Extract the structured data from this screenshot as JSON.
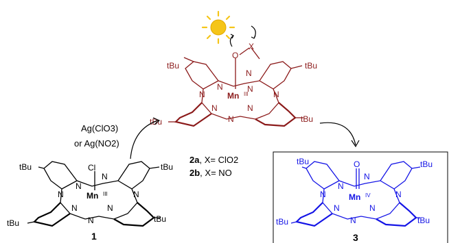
{
  "colors": {
    "black": "#000000",
    "maroon": "#8b1a1a",
    "blue": "#1414e6",
    "sun": "#f5c518"
  },
  "reagents": {
    "line1": "Ag(ClO3)",
    "line2": "or Ag(NO2)"
  },
  "compound1": {
    "number": "1",
    "axial": "Cl",
    "metal": "Mn",
    "oxidation": "III",
    "tbu": "tBu"
  },
  "compound2": {
    "axial_o": "O",
    "axial_x": "X",
    "metal": "Mn",
    "oxidation": "III",
    "tbu": "tBu",
    "label_a_id": "2a",
    "label_a_text": ", X= ClO2",
    "label_b_id": "2b",
    "label_b_text": ", X= NO"
  },
  "compound3": {
    "number": "3",
    "axial": "O",
    "metal": "Mn",
    "oxidation": "IV",
    "tbu": "tBu"
  },
  "atoms": {
    "n": "N"
  }
}
